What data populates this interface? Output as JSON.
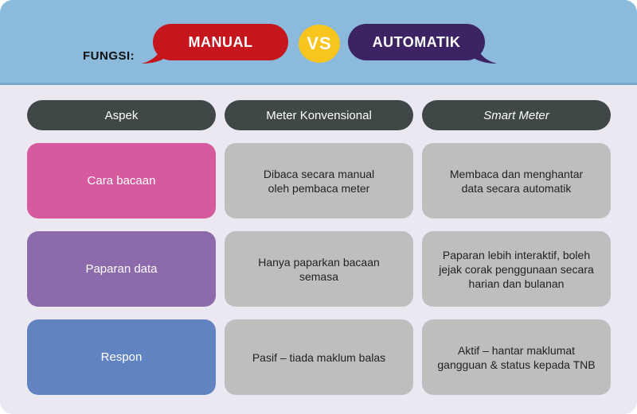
{
  "header": {
    "label": "FUNGSI:",
    "left_badge": "MANUAL",
    "vs": "VS",
    "right_badge": "AUTOMATIK"
  },
  "columns": [
    "Aspek",
    "Meter Konvensional",
    "Smart Meter"
  ],
  "rows": [
    {
      "aspect": "Cara bacaan",
      "conventional": "Dibaca secara manual\noleh pembaca meter",
      "smart": "Membaca dan menghantar\ndata secara automatik",
      "color": "#d55a9e"
    },
    {
      "aspect": "Paparan data",
      "conventional": "Hanya paparkan bacaan\nsemasa",
      "smart": "Paparan lebih interaktif, boleh\njejak corak penggunaan secara\nharian dan bulanan",
      "color": "#8c6aab"
    },
    {
      "aspect": "Respon",
      "conventional": "Pasif – tiada maklum balas",
      "smart": "Aktif – hantar maklumat\ngangguan & status kepada TNB",
      "color": "#6283c2"
    }
  ],
  "colors": {
    "header_bg": "#8bbadc",
    "body_bg": "#ebe8f2",
    "manual": "#c4161c",
    "automatik": "#3c2363",
    "vs": "#f7c51e",
    "column_header": "#3f4747",
    "cell_grey": "#bdbfbf"
  }
}
